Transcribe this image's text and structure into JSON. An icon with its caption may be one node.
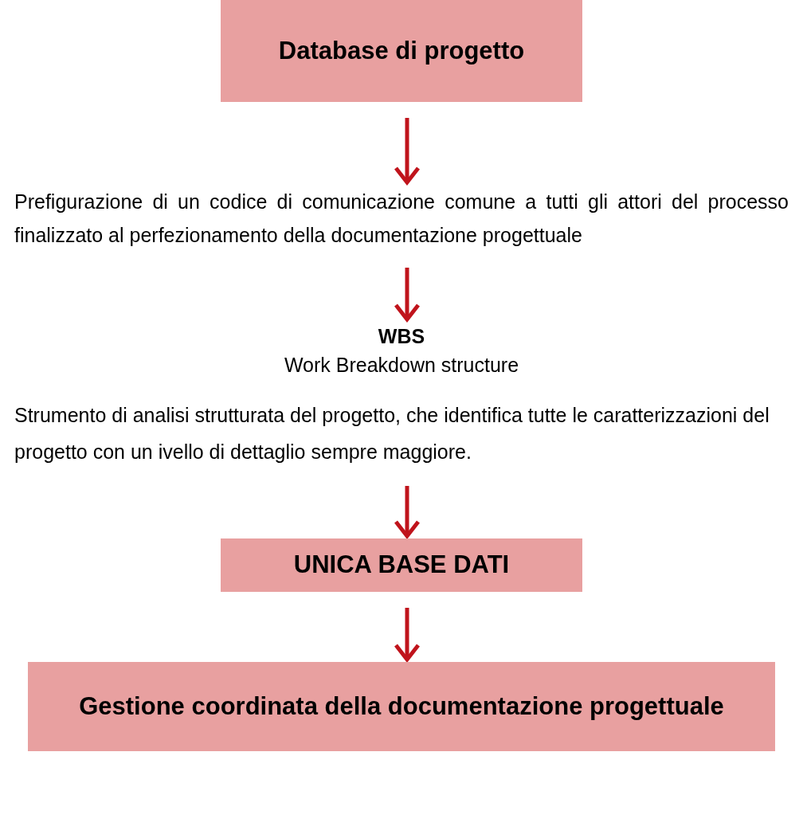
{
  "diagram": {
    "nodes": [
      {
        "text": [
          "Database di progetto"
        ]
      },
      {
        "text": [
          "Prefigurazione di un codice di comunicazione comune a tutti gli attori del processo finalizzato al perfezionamento della documentazione progettuale"
        ]
      },
      {
        "text": [
          "WBS",
          "Work Breakdown structure",
          "Strumento di analisi strutturata del progetto, che identifica tutte le caratterizzazioni del progetto con un ivello di dettaglio sempre maggiore."
        ]
      },
      {
        "text": [
          "UNICA BASE DATI"
        ]
      },
      {
        "text": [
          "Gestione coordinata della documentazione progettuale"
        ]
      }
    ],
    "edges": [
      {
        "from": 0,
        "to": 1,
        "arrow": "to",
        "color": "#c0141c"
      },
      {
        "from": 1,
        "to": 2,
        "arrow": "to",
        "color": "#c0141c"
      },
      {
        "from": 2,
        "to": 3,
        "arrow": "to",
        "color": "#c0141c"
      },
      {
        "from": 3,
        "to": 4,
        "arrow": "to",
        "color": "#c0141c"
      }
    ]
  }
}
